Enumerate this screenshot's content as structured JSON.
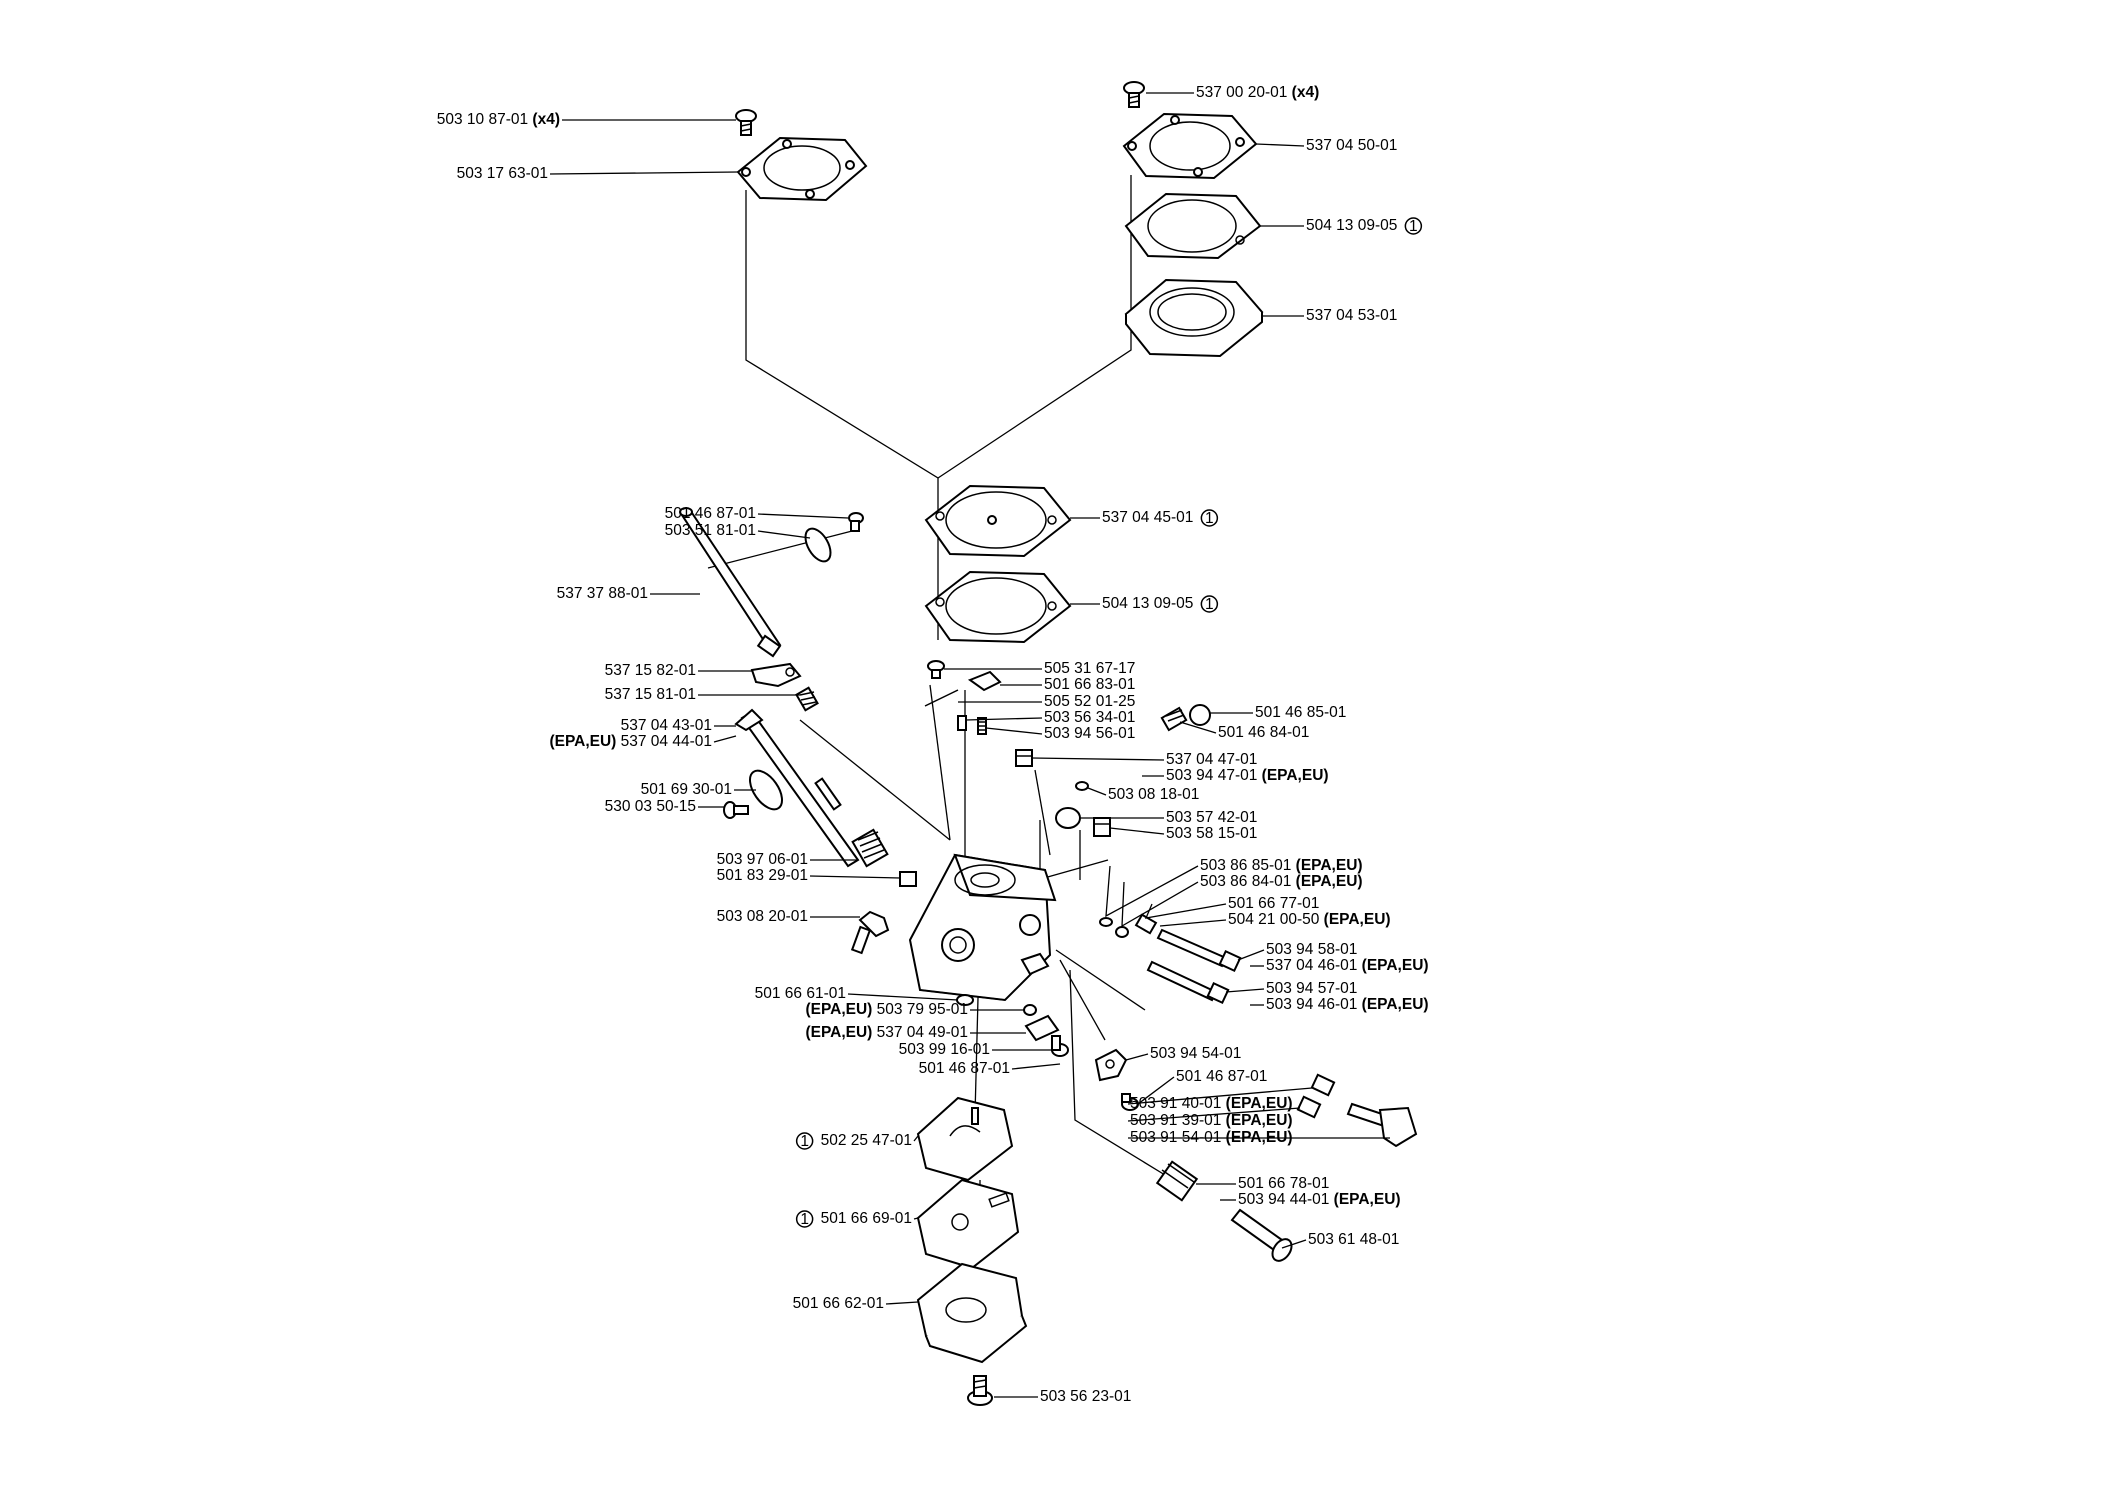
{
  "diagram": {
    "labels": [
      {
        "id": "l01",
        "pre": "",
        "code": "503 10 87-01",
        "suffix": "(x4)",
        "circle": false
      },
      {
        "id": "l02",
        "pre": "",
        "code": "503 17 63-01",
        "suffix": "",
        "circle": false
      },
      {
        "id": "l03",
        "pre": "",
        "code": "537 00 20-01",
        "suffix": "(x4)",
        "circle": false
      },
      {
        "id": "l04",
        "pre": "",
        "code": "537 04 50-01",
        "suffix": "",
        "circle": false
      },
      {
        "id": "l05",
        "pre": "",
        "code": "504 13 09-05",
        "suffix": "",
        "circle": true
      },
      {
        "id": "l06",
        "pre": "",
        "code": "537 04 53-01",
        "suffix": "",
        "circle": false
      },
      {
        "id": "l07",
        "pre": "",
        "code": "537 04 45-01",
        "suffix": "",
        "circle": true
      },
      {
        "id": "l08",
        "pre": "",
        "code": "504 13 09-05",
        "suffix": "",
        "circle": true
      },
      {
        "id": "l09",
        "pre": "",
        "code": "501 46 87-01",
        "suffix": "",
        "circle": false
      },
      {
        "id": "l10",
        "pre": "",
        "code": "503 51 81-01",
        "suffix": "",
        "circle": false
      },
      {
        "id": "l11",
        "pre": "",
        "code": "537 37 88-01",
        "suffix": "",
        "circle": false
      },
      {
        "id": "l12",
        "pre": "",
        "code": "537 15 82-01",
        "suffix": "",
        "circle": false
      },
      {
        "id": "l13",
        "pre": "",
        "code": "537 15 81-01",
        "suffix": "",
        "circle": false
      },
      {
        "id": "l14",
        "pre": "",
        "code": "537 04 43-01",
        "suffix": "",
        "circle": false
      },
      {
        "id": "l15",
        "pre": "(EPA,EU)",
        "code": "537 04 44-01",
        "suffix": "",
        "circle": false
      },
      {
        "id": "l16",
        "pre": "",
        "code": "501 69 30-01",
        "suffix": "",
        "circle": false
      },
      {
        "id": "l17",
        "pre": "",
        "code": "530 03 50-15",
        "suffix": "",
        "circle": false
      },
      {
        "id": "l18",
        "pre": "",
        "code": "503 97 06-01",
        "suffix": "",
        "circle": false
      },
      {
        "id": "l19",
        "pre": "",
        "code": "501 83 29-01",
        "suffix": "",
        "circle": false
      },
      {
        "id": "l20",
        "pre": "",
        "code": "503 08 20-01",
        "suffix": "",
        "circle": false
      },
      {
        "id": "l21",
        "pre": "",
        "code": "505 31 67-17",
        "suffix": "",
        "circle": false
      },
      {
        "id": "l22",
        "pre": "",
        "code": "501 66 83-01",
        "suffix": "",
        "circle": false
      },
      {
        "id": "l23",
        "pre": "",
        "code": "505 52 01-25",
        "suffix": "",
        "circle": false
      },
      {
        "id": "l24",
        "pre": "",
        "code": "503 56 34-01",
        "suffix": "",
        "circle": false
      },
      {
        "id": "l25",
        "pre": "",
        "code": "503 94 56-01",
        "suffix": "",
        "circle": false
      },
      {
        "id": "l26",
        "pre": "",
        "code": "501 46 85-01",
        "suffix": "",
        "circle": false
      },
      {
        "id": "l27",
        "pre": "",
        "code": "501 46 84-01",
        "suffix": "",
        "circle": false
      },
      {
        "id": "l28",
        "pre": "",
        "code": "537 04 47-01",
        "suffix": "",
        "circle": false
      },
      {
        "id": "l29",
        "pre": "",
        "code": "503 94 47-01",
        "suffix": "(EPA,EU)",
        "circle": false
      },
      {
        "id": "l30",
        "pre": "",
        "code": "503 08 18-01",
        "suffix": "",
        "circle": false
      },
      {
        "id": "l31",
        "pre": "",
        "code": "503 57 42-01",
        "suffix": "",
        "circle": false
      },
      {
        "id": "l32",
        "pre": "",
        "code": "503 58 15-01",
        "suffix": "",
        "circle": false
      },
      {
        "id": "l33",
        "pre": "",
        "code": "503 86 85-01",
        "suffix": "(EPA,EU)",
        "circle": false
      },
      {
        "id": "l34",
        "pre": "",
        "code": "503 86 84-01",
        "suffix": "(EPA,EU)",
        "circle": false
      },
      {
        "id": "l35",
        "pre": "",
        "code": "501 66 77-01",
        "suffix": "",
        "circle": false
      },
      {
        "id": "l36",
        "pre": "",
        "code": "504 21 00-50",
        "suffix": "(EPA,EU)",
        "circle": false
      },
      {
        "id": "l37",
        "pre": "",
        "code": "503 94 58-01",
        "suffix": "",
        "circle": false
      },
      {
        "id": "l38",
        "pre": "",
        "code": "537 04 46-01",
        "suffix": "(EPA,EU)",
        "circle": false
      },
      {
        "id": "l39",
        "pre": "",
        "code": "503 94 57-01",
        "suffix": "",
        "circle": false
      },
      {
        "id": "l40",
        "pre": "",
        "code": "503 94 46-01",
        "suffix": "(EPA,EU)",
        "circle": false
      },
      {
        "id": "l41",
        "pre": "",
        "code": "501 66 61-01",
        "suffix": "",
        "circle": false
      },
      {
        "id": "l42",
        "pre": "(EPA,EU)",
        "code": "503 79 95-01",
        "suffix": "",
        "circle": false
      },
      {
        "id": "l43",
        "pre": "(EPA,EU)",
        "code": "537 04 49-01",
        "suffix": "",
        "circle": false
      },
      {
        "id": "l44",
        "pre": "",
        "code": "503 99 16-01",
        "suffix": "",
        "circle": false
      },
      {
        "id": "l45",
        "pre": "",
        "code": "501 46 87-01",
        "suffix": "",
        "circle": false
      },
      {
        "id": "l46",
        "pre": "",
        "code": "503 94 54-01",
        "suffix": "",
        "circle": false
      },
      {
        "id": "l47",
        "pre": "",
        "code": "501 46 87-01",
        "suffix": "",
        "circle": false
      },
      {
        "id": "l48",
        "pre": "",
        "code": "503 91 40-01",
        "suffix": "(EPA,EU)",
        "circle": false
      },
      {
        "id": "l49",
        "pre": "",
        "code": "503 91 39-01",
        "suffix": "(EPA,EU)",
        "circle": false
      },
      {
        "id": "l50",
        "pre": "",
        "code": "503 91 54-01",
        "suffix": "(EPA,EU)",
        "circle": false
      },
      {
        "id": "l51",
        "pre": "",
        "code": "502 25 47-01",
        "suffix": "",
        "circle": true
      },
      {
        "id": "l52",
        "pre": "",
        "code": "501 66 78-01",
        "suffix": "",
        "circle": false
      },
      {
        "id": "l53",
        "pre": "",
        "code": "503 94 44-01",
        "suffix": "(EPA,EU)",
        "circle": false
      },
      {
        "id": "l54",
        "pre": "",
        "code": "501 66 69-01",
        "suffix": "",
        "circle": true
      },
      {
        "id": "l55",
        "pre": "",
        "code": "503 61 48-01",
        "suffix": "",
        "circle": false
      },
      {
        "id": "l56",
        "pre": "",
        "code": "501 66 62-01",
        "suffix": "",
        "circle": false
      },
      {
        "id": "l57",
        "pre": "",
        "code": "503 56 23-01",
        "suffix": "",
        "circle": false
      }
    ],
    "circle_marker": "1"
  }
}
